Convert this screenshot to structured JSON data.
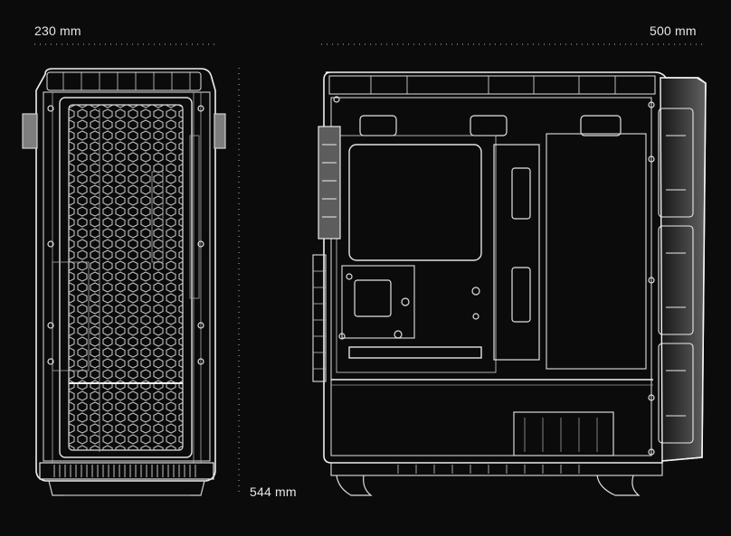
{
  "dimensions": {
    "width": "230 mm",
    "depth": "500 mm",
    "height": "544 mm"
  },
  "colors": {
    "background": "#0b0b0b",
    "line": "#e6e6e6",
    "dim_text": "#e6e6e6"
  }
}
